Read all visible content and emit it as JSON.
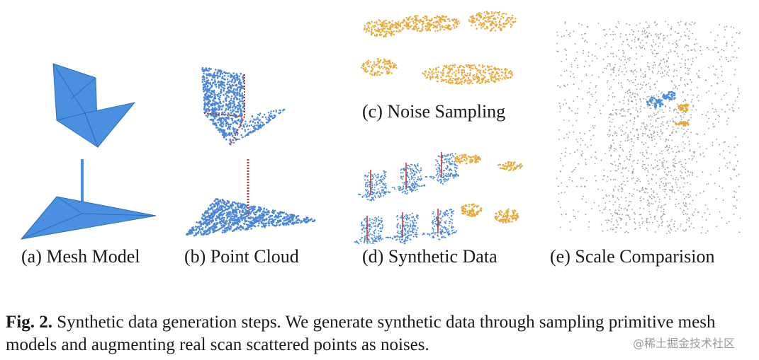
{
  "figure": {
    "subfigures": [
      {
        "key": "a",
        "caption": "(a) Mesh Model"
      },
      {
        "key": "b",
        "caption": "(b) Point Cloud"
      },
      {
        "key": "c",
        "caption": "(c) Noise Sampling"
      },
      {
        "key": "d",
        "caption": "(d) Synthetic Data"
      },
      {
        "key": "e",
        "caption": "(e) Scale Comparision"
      }
    ],
    "caption_label": "Fig. 2.",
    "caption_text": " Synthetic data generation steps. We generate synthetic data through sampling primitive mesh models and augmenting real scan scattered points as noises."
  },
  "watermark": "@稀土掘金技术社区",
  "colors": {
    "mesh_blue": "#4a8fe0",
    "point_blue": "#4a86d8",
    "noise_orange": "#e8a838",
    "scan_gray": "#9a9a9a",
    "axis_red": "#c0392b"
  }
}
